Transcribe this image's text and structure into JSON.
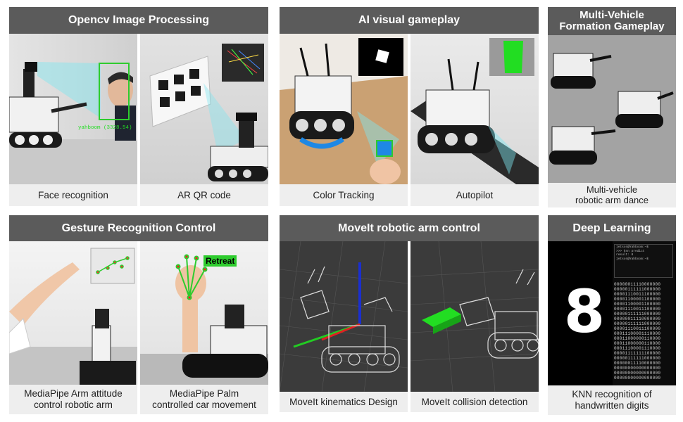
{
  "panels": {
    "opencv": {
      "title": "Opencv Image Processing",
      "items": [
        {
          "caption": "Face recognition",
          "overlay_text": "yahboom (3328.54)"
        },
        {
          "caption": "AR QR code"
        }
      ]
    },
    "ai_visual": {
      "title": "AI visual gameplay",
      "items": [
        {
          "caption": "Color Tracking"
        },
        {
          "caption": "Autopilot"
        }
      ]
    },
    "multi_vehicle": {
      "title_line1": "Multi-Vehicle",
      "title_line2": "Formation Gameplay",
      "items": [
        {
          "caption_line1": "Multi-vehicle",
          "caption_line2": "robotic arm dance"
        }
      ]
    },
    "gesture": {
      "title": "Gesture Recognition Control",
      "items": [
        {
          "caption_line1": "MediaPipe Arm attitude",
          "caption_line2": "control robotic arm"
        },
        {
          "caption_line1": "MediaPipe Palm",
          "caption_line2": "controlled car movement",
          "overlay_text": "Retreat"
        }
      ]
    },
    "moveit": {
      "title": "MoveIt robotic arm control",
      "items": [
        {
          "caption": "MoveIt kinematics Design"
        },
        {
          "caption": "MoveIt collision detection"
        }
      ]
    },
    "deep_learning": {
      "title": "Deep Learning",
      "items": [
        {
          "caption_line1": "KNN recognition of",
          "caption_line2": "handwritten digits",
          "digit": "8"
        }
      ]
    }
  },
  "colors": {
    "header_bg": "#5b5b5b",
    "caption_bg": "#eeeeee",
    "detect_green": "#2ecc2e",
    "tracking_blue": "#1e88e5",
    "robot_black": "#1a1a1a"
  }
}
